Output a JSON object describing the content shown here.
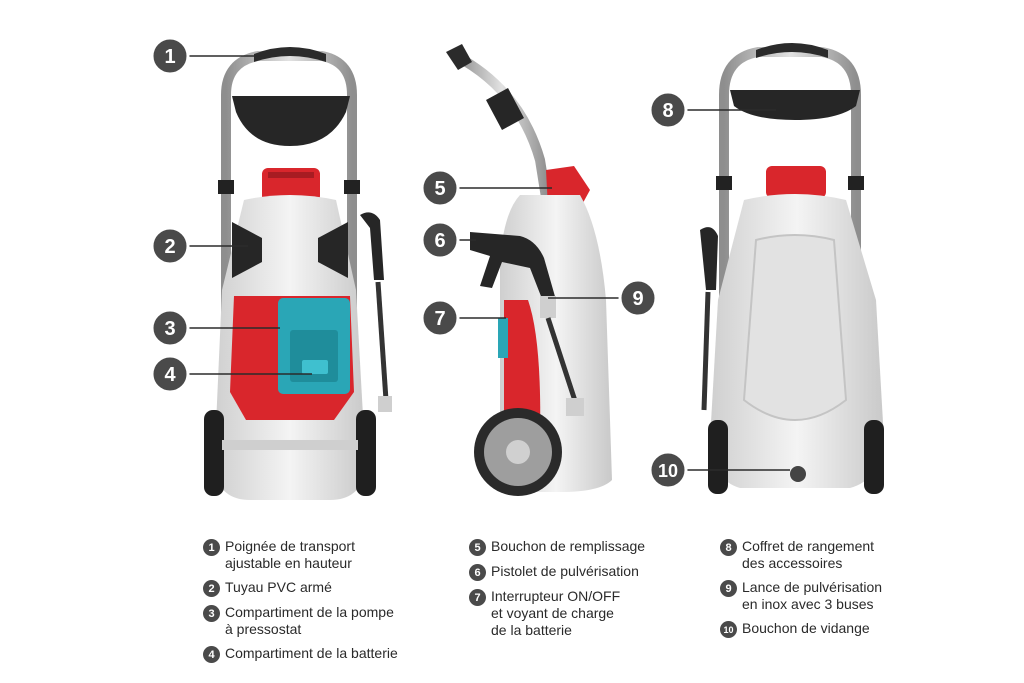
{
  "callouts": [
    {
      "num": "1"
    },
    {
      "num": "2"
    },
    {
      "num": "3"
    },
    {
      "num": "4"
    },
    {
      "num": "5"
    },
    {
      "num": "6"
    },
    {
      "num": "7"
    },
    {
      "num": "8"
    },
    {
      "num": "9"
    },
    {
      "num": "10"
    }
  ],
  "legend": {
    "col1": [
      {
        "num": "1",
        "line1": "Poignée de transport",
        "line2": "ajustable en hauteur"
      },
      {
        "num": "2",
        "line1": "Tuyau PVC armé",
        "line2": ""
      },
      {
        "num": "3",
        "line1": "Compartiment de la pompe",
        "line2": "à pressostat"
      },
      {
        "num": "4",
        "line1": "Compartiment de la batterie",
        "line2": ""
      }
    ],
    "col2": [
      {
        "num": "5",
        "line1": "Bouchon de remplissage",
        "line2": "",
        "line3": ""
      },
      {
        "num": "6",
        "line1": "Pistolet de pulvérisation",
        "line2": "",
        "line3": ""
      },
      {
        "num": "7",
        "line1": "Interrupteur ON/OFF",
        "line2": "et voyant de charge",
        "line3": "de la batterie"
      }
    ],
    "col3": [
      {
        "num": "8",
        "line1": "Coffret de rangement",
        "line2": "des accessoires"
      },
      {
        "num": "9",
        "line1": "Lance de pulvérisation",
        "line2": "en inox avec 3 buses"
      },
      {
        "num": "10",
        "line1": "Bouchon de vidange",
        "line2": ""
      }
    ]
  },
  "colors": {
    "tank_white": "#ececec",
    "tank_shade": "#d4d4d4",
    "accent_red": "#d9262c",
    "battery_teal": "#2aa6b6",
    "frame_grey": "#b8b8b8",
    "dark": "#2b2b2b",
    "callout_bg": "#4a4a4a"
  }
}
